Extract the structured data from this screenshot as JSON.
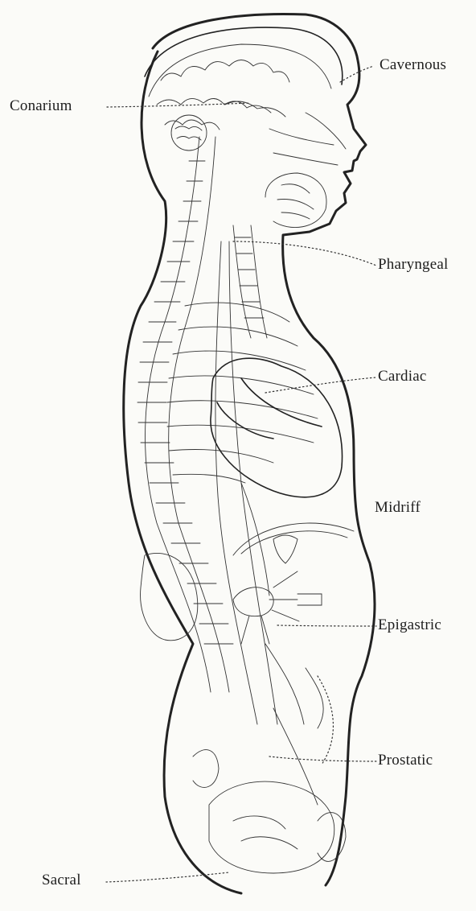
{
  "labels": {
    "cavernous": "Cavernous",
    "conarium": "Conarium",
    "pharyngeal": "Pharyngeal",
    "cardiac": "Cardiac",
    "midriff": "Midriff",
    "epigastric": "Epigastric",
    "prostatic": "Prostatic",
    "sacral": "Sacral"
  },
  "colors": {
    "ink": "#222222",
    "paper": "#fbfbf8"
  }
}
